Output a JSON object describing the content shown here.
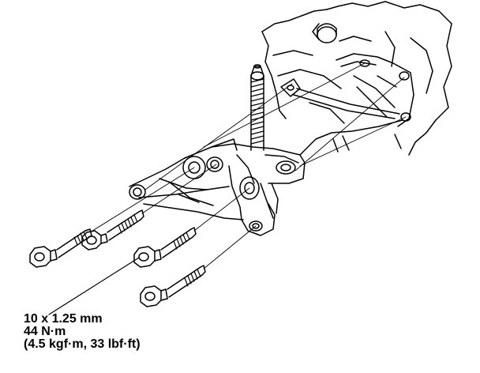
{
  "torque_spec": {
    "bolt_size": "10 x 1.25 mm",
    "torque_nm": "44 N·m",
    "torque_alt": "(4.5 kgf·m, 33 lbf·ft)"
  },
  "colors": {
    "line": "#000000",
    "background": "#ffffff"
  }
}
